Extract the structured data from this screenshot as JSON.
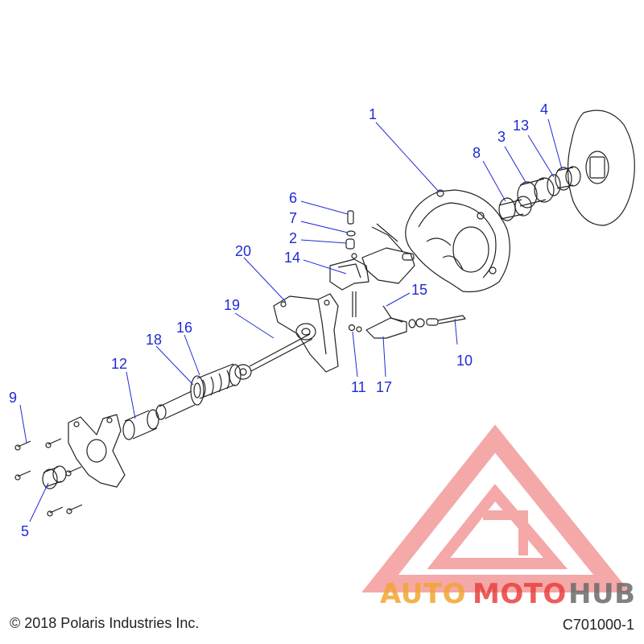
{
  "diagram": {
    "callouts": [
      {
        "id": "c1",
        "label": "1"
      },
      {
        "id": "c2",
        "label": "2"
      },
      {
        "id": "c3",
        "label": "3"
      },
      {
        "id": "c4",
        "label": "4"
      },
      {
        "id": "c5",
        "label": "5"
      },
      {
        "id": "c6",
        "label": "6"
      },
      {
        "id": "c7",
        "label": "7"
      },
      {
        "id": "c8",
        "label": "8"
      },
      {
        "id": "c9",
        "label": "9"
      },
      {
        "id": "c10",
        "label": "10"
      },
      {
        "id": "c11",
        "label": "11"
      },
      {
        "id": "c12",
        "label": "12"
      },
      {
        "id": "c13",
        "label": "13"
      },
      {
        "id": "c14",
        "label": "14"
      },
      {
        "id": "c15",
        "label": "15"
      },
      {
        "id": "c16",
        "label": "16"
      },
      {
        "id": "c17",
        "label": "17"
      },
      {
        "id": "c18",
        "label": "18"
      },
      {
        "id": "c19",
        "label": "19"
      },
      {
        "id": "c20",
        "label": "20"
      }
    ],
    "copyright": "© 2018 Polaris Industries Inc.",
    "figure_code": "C701000-1"
  },
  "watermark": {
    "part1": "AUTO",
    "part2": "MOTO",
    "part3": "HUB"
  },
  "colors": {
    "callout_text": "#1f2bd6",
    "leader_line": "#1f2bd6",
    "part_outline": "#222222",
    "watermark_red": "#e8413f",
    "watermark_orange": "#f2a531",
    "watermark_gray": "#6b6b6b"
  }
}
